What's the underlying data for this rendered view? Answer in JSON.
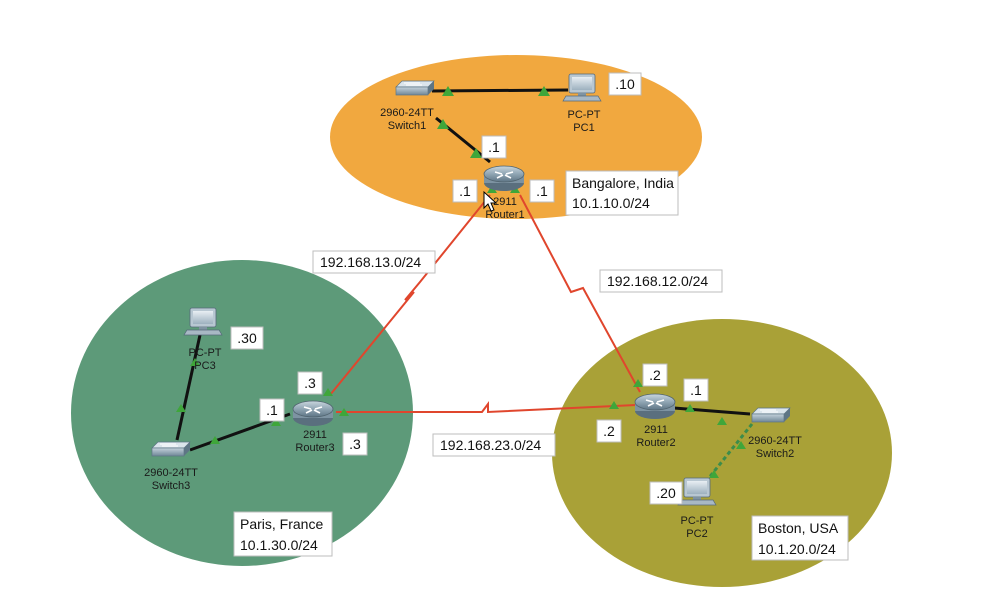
{
  "colors": {
    "bangalore_zone": "#f1a83f",
    "paris_zone": "#5d9a79",
    "boston_zone": "#a9a137",
    "serial_link": "#e0462d",
    "ethernet_link": "#111111",
    "link_indicator": "#3fa63a"
  },
  "zones": {
    "bangalore": {
      "name": "Bangalore, India",
      "subnet": "10.1.10.0/24"
    },
    "paris": {
      "name": "Paris, France",
      "subnet": "10.1.30.0/24"
    },
    "boston": {
      "name": "Boston, USA",
      "subnet": "10.1.20.0/24"
    }
  },
  "wan_links": {
    "r1_r3": "192.168.13.0/24",
    "r1_r2": "192.168.12.0/24",
    "r2_r3": "192.168.23.0/24"
  },
  "devices": {
    "router1": {
      "model": "2911",
      "name": "Router1",
      "icon": "router-icon"
    },
    "router2": {
      "model": "2911",
      "name": "Router2",
      "icon": "router-icon"
    },
    "router3": {
      "model": "2911",
      "name": "Router3",
      "icon": "router-icon"
    },
    "switch1": {
      "model": "2960-24TT",
      "name": "Switch1",
      "icon": "switch-icon"
    },
    "switch2": {
      "model": "2960-24TT",
      "name": "Switch2",
      "icon": "switch-icon"
    },
    "switch3": {
      "model": "2960-24TT",
      "name": "Switch3",
      "icon": "switch-icon"
    },
    "pc1": {
      "model": "PC-PT",
      "name": "PC1",
      "icon": "pc-icon"
    },
    "pc2": {
      "model": "PC-PT",
      "name": "PC2",
      "icon": "pc-icon"
    },
    "pc3": {
      "model": "PC-PT",
      "name": "PC3",
      "icon": "pc-icon"
    }
  },
  "ip_tags": {
    "pc1": ".10",
    "r1_lan": ".1",
    "r1_to_r3": ".1",
    "r1_to_r2": ".1",
    "pc3": ".30",
    "r3_lan": ".1",
    "r3_to_r1": ".3",
    "r3_to_r2": ".3",
    "r2_to_r1": ".2",
    "r2_lan": ".1",
    "r2_to_r3": ".2",
    "pc2": ".20"
  }
}
